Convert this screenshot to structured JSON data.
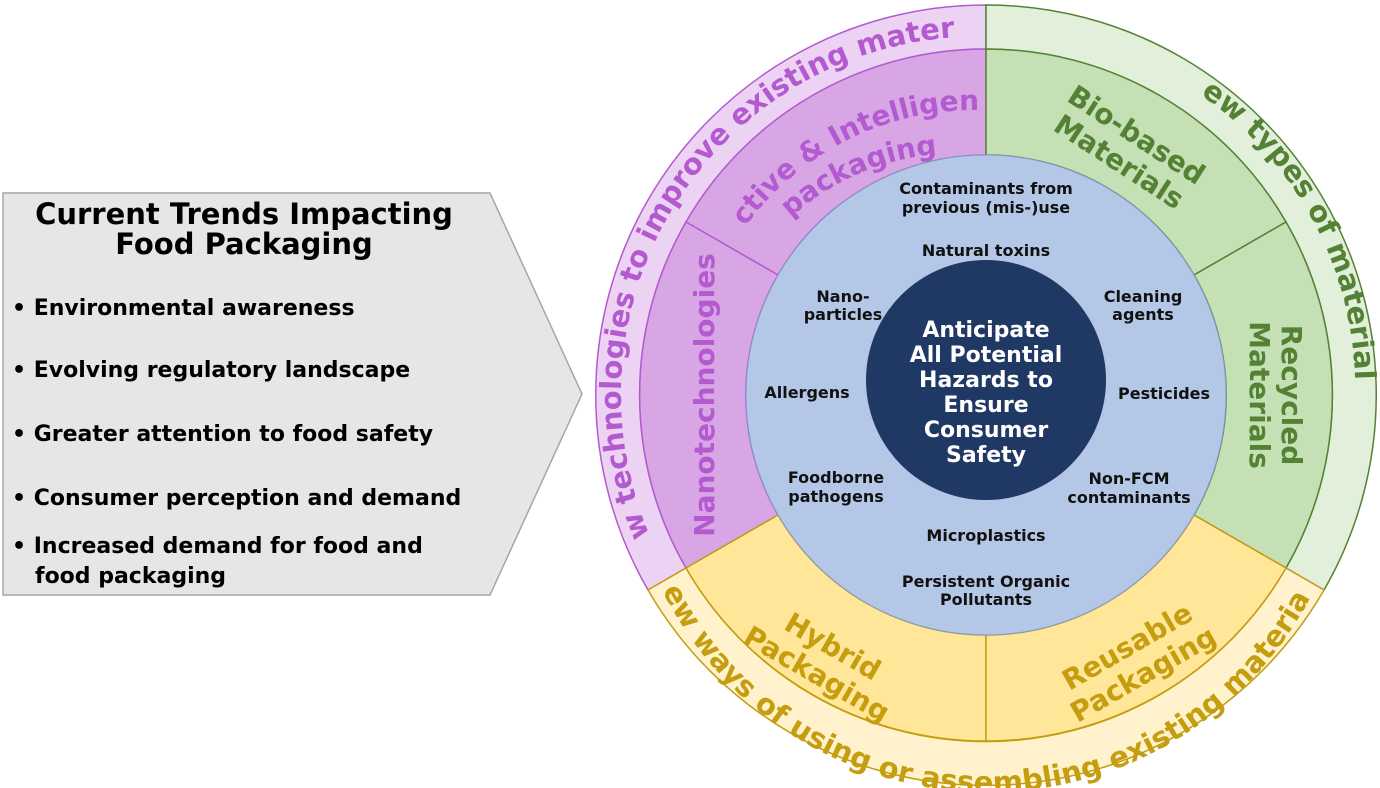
{
  "trends_panel": {
    "title_line1": "Current Trends Impacting",
    "title_line2": "Food Packaging",
    "bullets": [
      "• Environmental awareness",
      "• Evolving regulatory landscape",
      "• Greater attention to food safety",
      "• Consumer perception and demand",
      "• Increased demand for food and",
      "food packaging"
    ]
  },
  "outer_ring": {
    "improve": "New technologies to improve existing materials",
    "new_types": "New types of materials",
    "new_ways": "New ways of using or assembling existing materials"
  },
  "segments": {
    "active_line1": "Active & Intelligent",
    "active_line2": "packaging",
    "nano": "Nanotechnologies",
    "bio_line1": "Bio-based",
    "bio_line2": "Materials",
    "recycled_line1": "Recycled",
    "recycled_line2": "Materials",
    "hybrid_line1": "Hybrid",
    "hybrid_line2": "Packaging",
    "reusable_line1": "Reusable",
    "reusable_line2": "Packaging"
  },
  "hazards": {
    "contaminants_line1": "Contaminants from",
    "contaminants_line2": "previous (mis-)use",
    "natural_toxins": "Natural toxins",
    "nano_line1": "Nano-",
    "nano_line2": "particles",
    "cleaning_line1": "Cleaning",
    "cleaning_line2": "agents",
    "allergens": "Allergens",
    "pesticides": "Pesticides",
    "foodborne_line1": "Foodborne",
    "foodborne_line2": "pathogens",
    "nonfcm_line1": "Non-FCM",
    "nonfcm_line2": "contaminants",
    "microplastics": "Microplastics",
    "pop_line1": "Persistent Organic",
    "pop_line2": "Pollutants"
  },
  "center": {
    "lines": [
      "Anticipate",
      "All Potential",
      "Hazards to",
      "Ensure",
      "Consumer",
      "Safety"
    ]
  },
  "colors": {
    "purple_outer": "#ecd3f3",
    "purple_mid": "#d8a6e4",
    "purple_text": "#b45ad0",
    "green_outer": "#e2efda",
    "green_mid": "#c5e0b4",
    "green_text": "#548235",
    "yellow_outer": "#fff2cc",
    "yellow_mid": "#ffe699",
    "yellow_text": "#c59d0f",
    "inner_blue": "#b4c7e7",
    "center_navy": "#203864",
    "panel_grey": "#e6e6e6"
  }
}
